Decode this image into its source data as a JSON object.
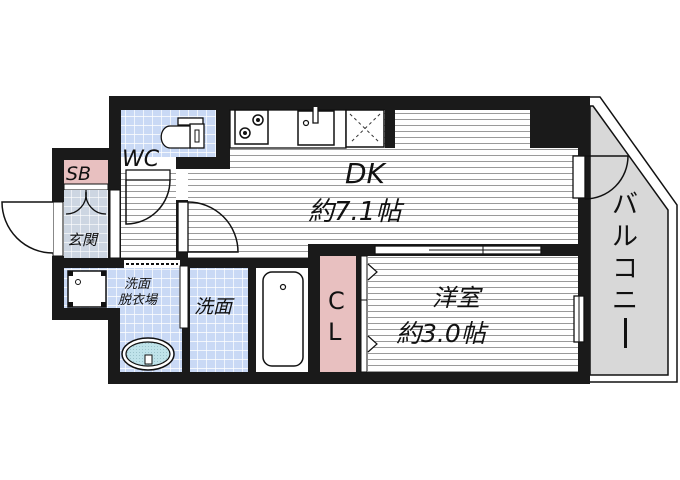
{
  "floor_plan": {
    "rooms": {
      "dk": {
        "name": "DK",
        "area": "約7.1帖"
      },
      "western_room": {
        "name": "洋室",
        "area": "約3.0帖"
      },
      "wc": {
        "name": "WC"
      },
      "shoe_box": {
        "name": "SB"
      },
      "entrance": {
        "name": "玄関"
      },
      "dressing_room": {
        "name_line1": "洗面",
        "name_line2": "脱衣場"
      },
      "washroom": {
        "name": "洗面"
      },
      "closet": {
        "name_line1": "C",
        "name_line2": "L"
      },
      "balcony": {
        "chars": [
          "バ",
          "ル",
          "コ",
          "ニ",
          "ー"
        ]
      }
    },
    "colors": {
      "wall": "#1a1a1a",
      "tile_blue": "#c9d9f5",
      "tile_grid": "#ffffff",
      "pink": "#e8c0c0",
      "balcony_gray": "#d8d8d8",
      "floor_line": "#9a9a9a",
      "basin": "#bfe3ea"
    }
  }
}
